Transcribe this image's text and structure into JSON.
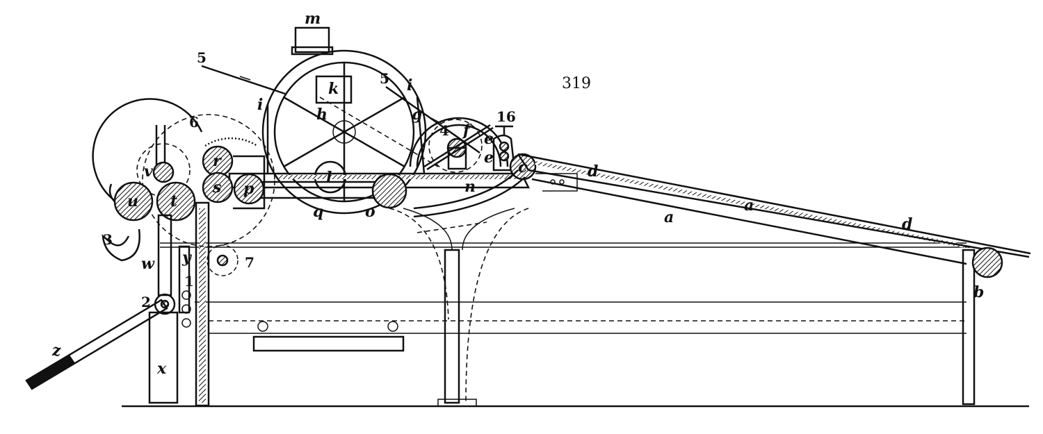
{
  "page_number": "319",
  "labels": {
    "m": "m",
    "k": "k",
    "h": "h",
    "i_left": "i",
    "i_right": "i",
    "l": "l",
    "g": "g",
    "f_upper": "f",
    "four": "4",
    "sixteen": "16",
    "e1": "e",
    "e2": "e",
    "c": "c",
    "d_upper": "d",
    "d_lower": "d",
    "a_upper": "a",
    "a_lower": "a",
    "b": "b",
    "n": "n",
    "o": "o",
    "q": "q",
    "p": "p",
    "s": "s",
    "r": "r",
    "t": "t",
    "u": "u",
    "v": "v",
    "six": "6",
    "five_left": "5",
    "five_right": "5",
    "three": "3",
    "seven": "7",
    "w": "w",
    "y": "y",
    "one": "1",
    "two": "2",
    "z": "z",
    "x": "x"
  }
}
